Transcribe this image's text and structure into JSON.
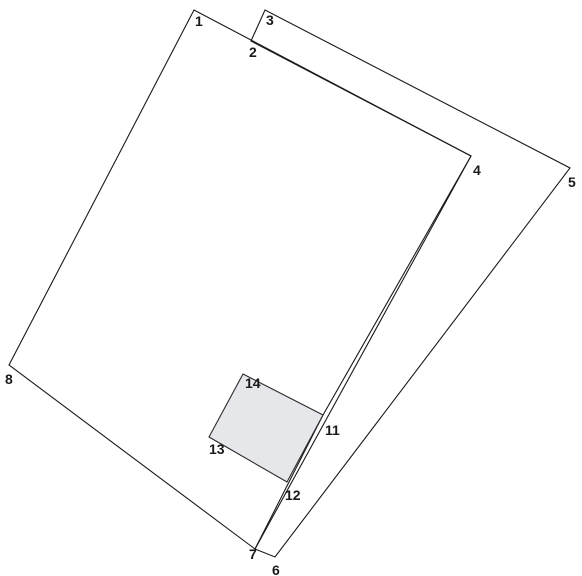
{
  "vertex_labels": {
    "v1": "1",
    "v2": "2",
    "v3": "3",
    "v4": "4",
    "v5": "5",
    "v6": "6",
    "v7": "7",
    "v8": "8",
    "v11": "11",
    "v12": "12",
    "v13": "13",
    "v14": "14"
  },
  "colors": {
    "line": "#1a1a1a",
    "shaded_fill": "#e6e7eb",
    "background": "#ffffff"
  }
}
